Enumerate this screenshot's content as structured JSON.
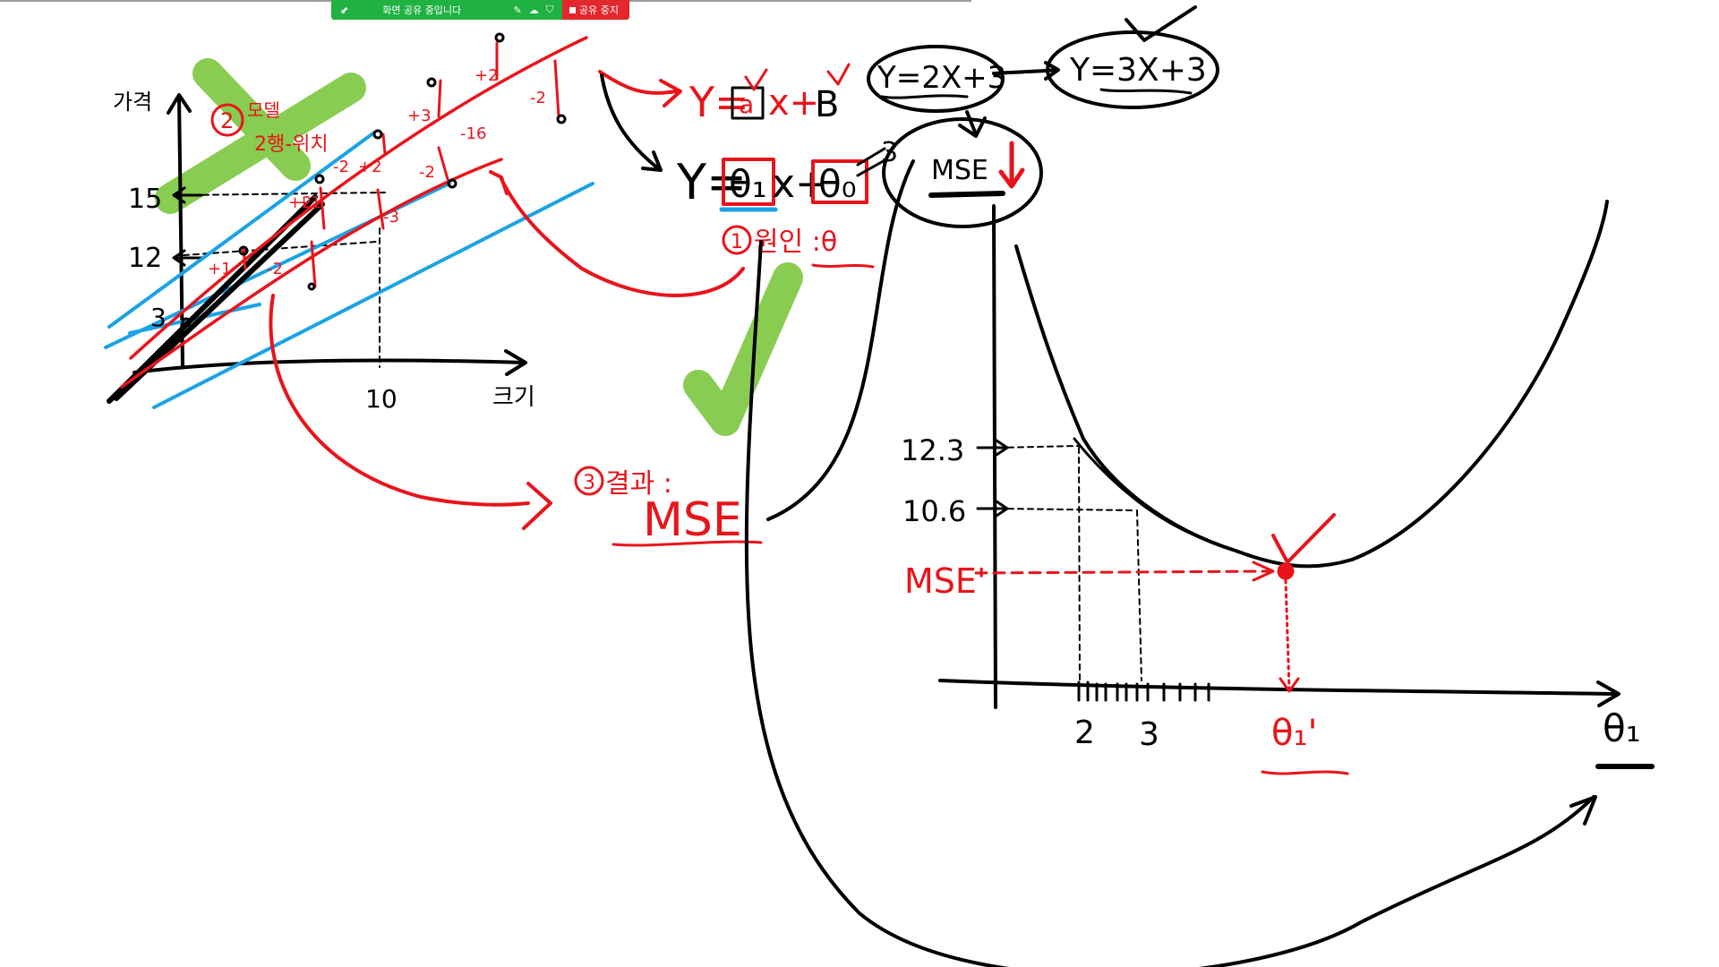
{
  "share_bar": {
    "status_label": "화면 공유 중입니다",
    "stop_label": "공유 중지",
    "colors": {
      "bar": "#1fb141",
      "stop": "#e2272d"
    }
  },
  "left_graph": {
    "y_axis_label": "가격",
    "x_axis_label": "크기",
    "y_ticks": [
      "15",
      "12",
      "3"
    ],
    "x_ticks": [
      "10"
    ],
    "residuals": [
      "+2",
      "+3",
      "+2",
      "-2",
      "-16",
      "+1",
      "-2",
      "+2",
      "-2",
      "-3",
      "+1",
      "-2"
    ],
    "note_circle": "2",
    "note_text_1": "모델",
    "note_text_2": "2행-위치"
  },
  "formulas": {
    "f1_prefix": "Y=",
    "f1_box": "a",
    "f1_suffix": "x+",
    "f1_b": "B",
    "f2_prefix": "Y=",
    "f2_box1": "θ₁",
    "f2_mid": "x+",
    "f2_box2": "θ₀",
    "f2_extra": "3",
    "step1_num": "1",
    "step1_text": "원인 :θ",
    "step3_num": "3",
    "step3_text": "결과 :",
    "step3_result": "MSE",
    "eq_a": "Y=2X+3",
    "eq_b": "Y=3X+3",
    "mse_circle": "MSE"
  },
  "right_graph": {
    "y_ticks": [
      "12.3",
      "10.6"
    ],
    "mse_prime": "MSE'",
    "x_ticks": [
      "2",
      "3"
    ],
    "theta_prime": "θ₁'",
    "x_axis_label": "θ₁"
  },
  "colors": {
    "ink": "#000000",
    "red": "#e8141b",
    "blue": "#1aa3e6",
    "green": "#7cc73f"
  }
}
